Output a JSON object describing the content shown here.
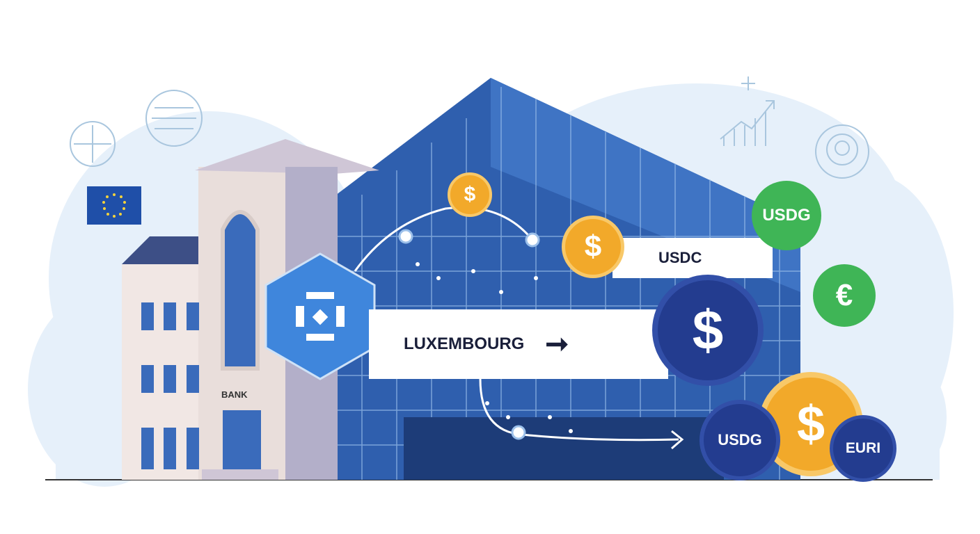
{
  "illustration": {
    "bank_sign": "BANK",
    "location_banner": "LUXEMBOURG",
    "usdc_banner": "USDC",
    "coins": {
      "top_small": "$",
      "usdc_coin": "$",
      "center_big": "$",
      "usdg_green": "USDG",
      "euro_green": "€",
      "usdg_navy": "USDG",
      "dollar_gold": "$",
      "euri_navy": "EURI"
    }
  },
  "colors": {
    "navy": "#233c8f",
    "gold": "#f2a92a",
    "green": "#3fb556",
    "hex_blue": "#3f86dc",
    "glass": "#2f5fae"
  }
}
